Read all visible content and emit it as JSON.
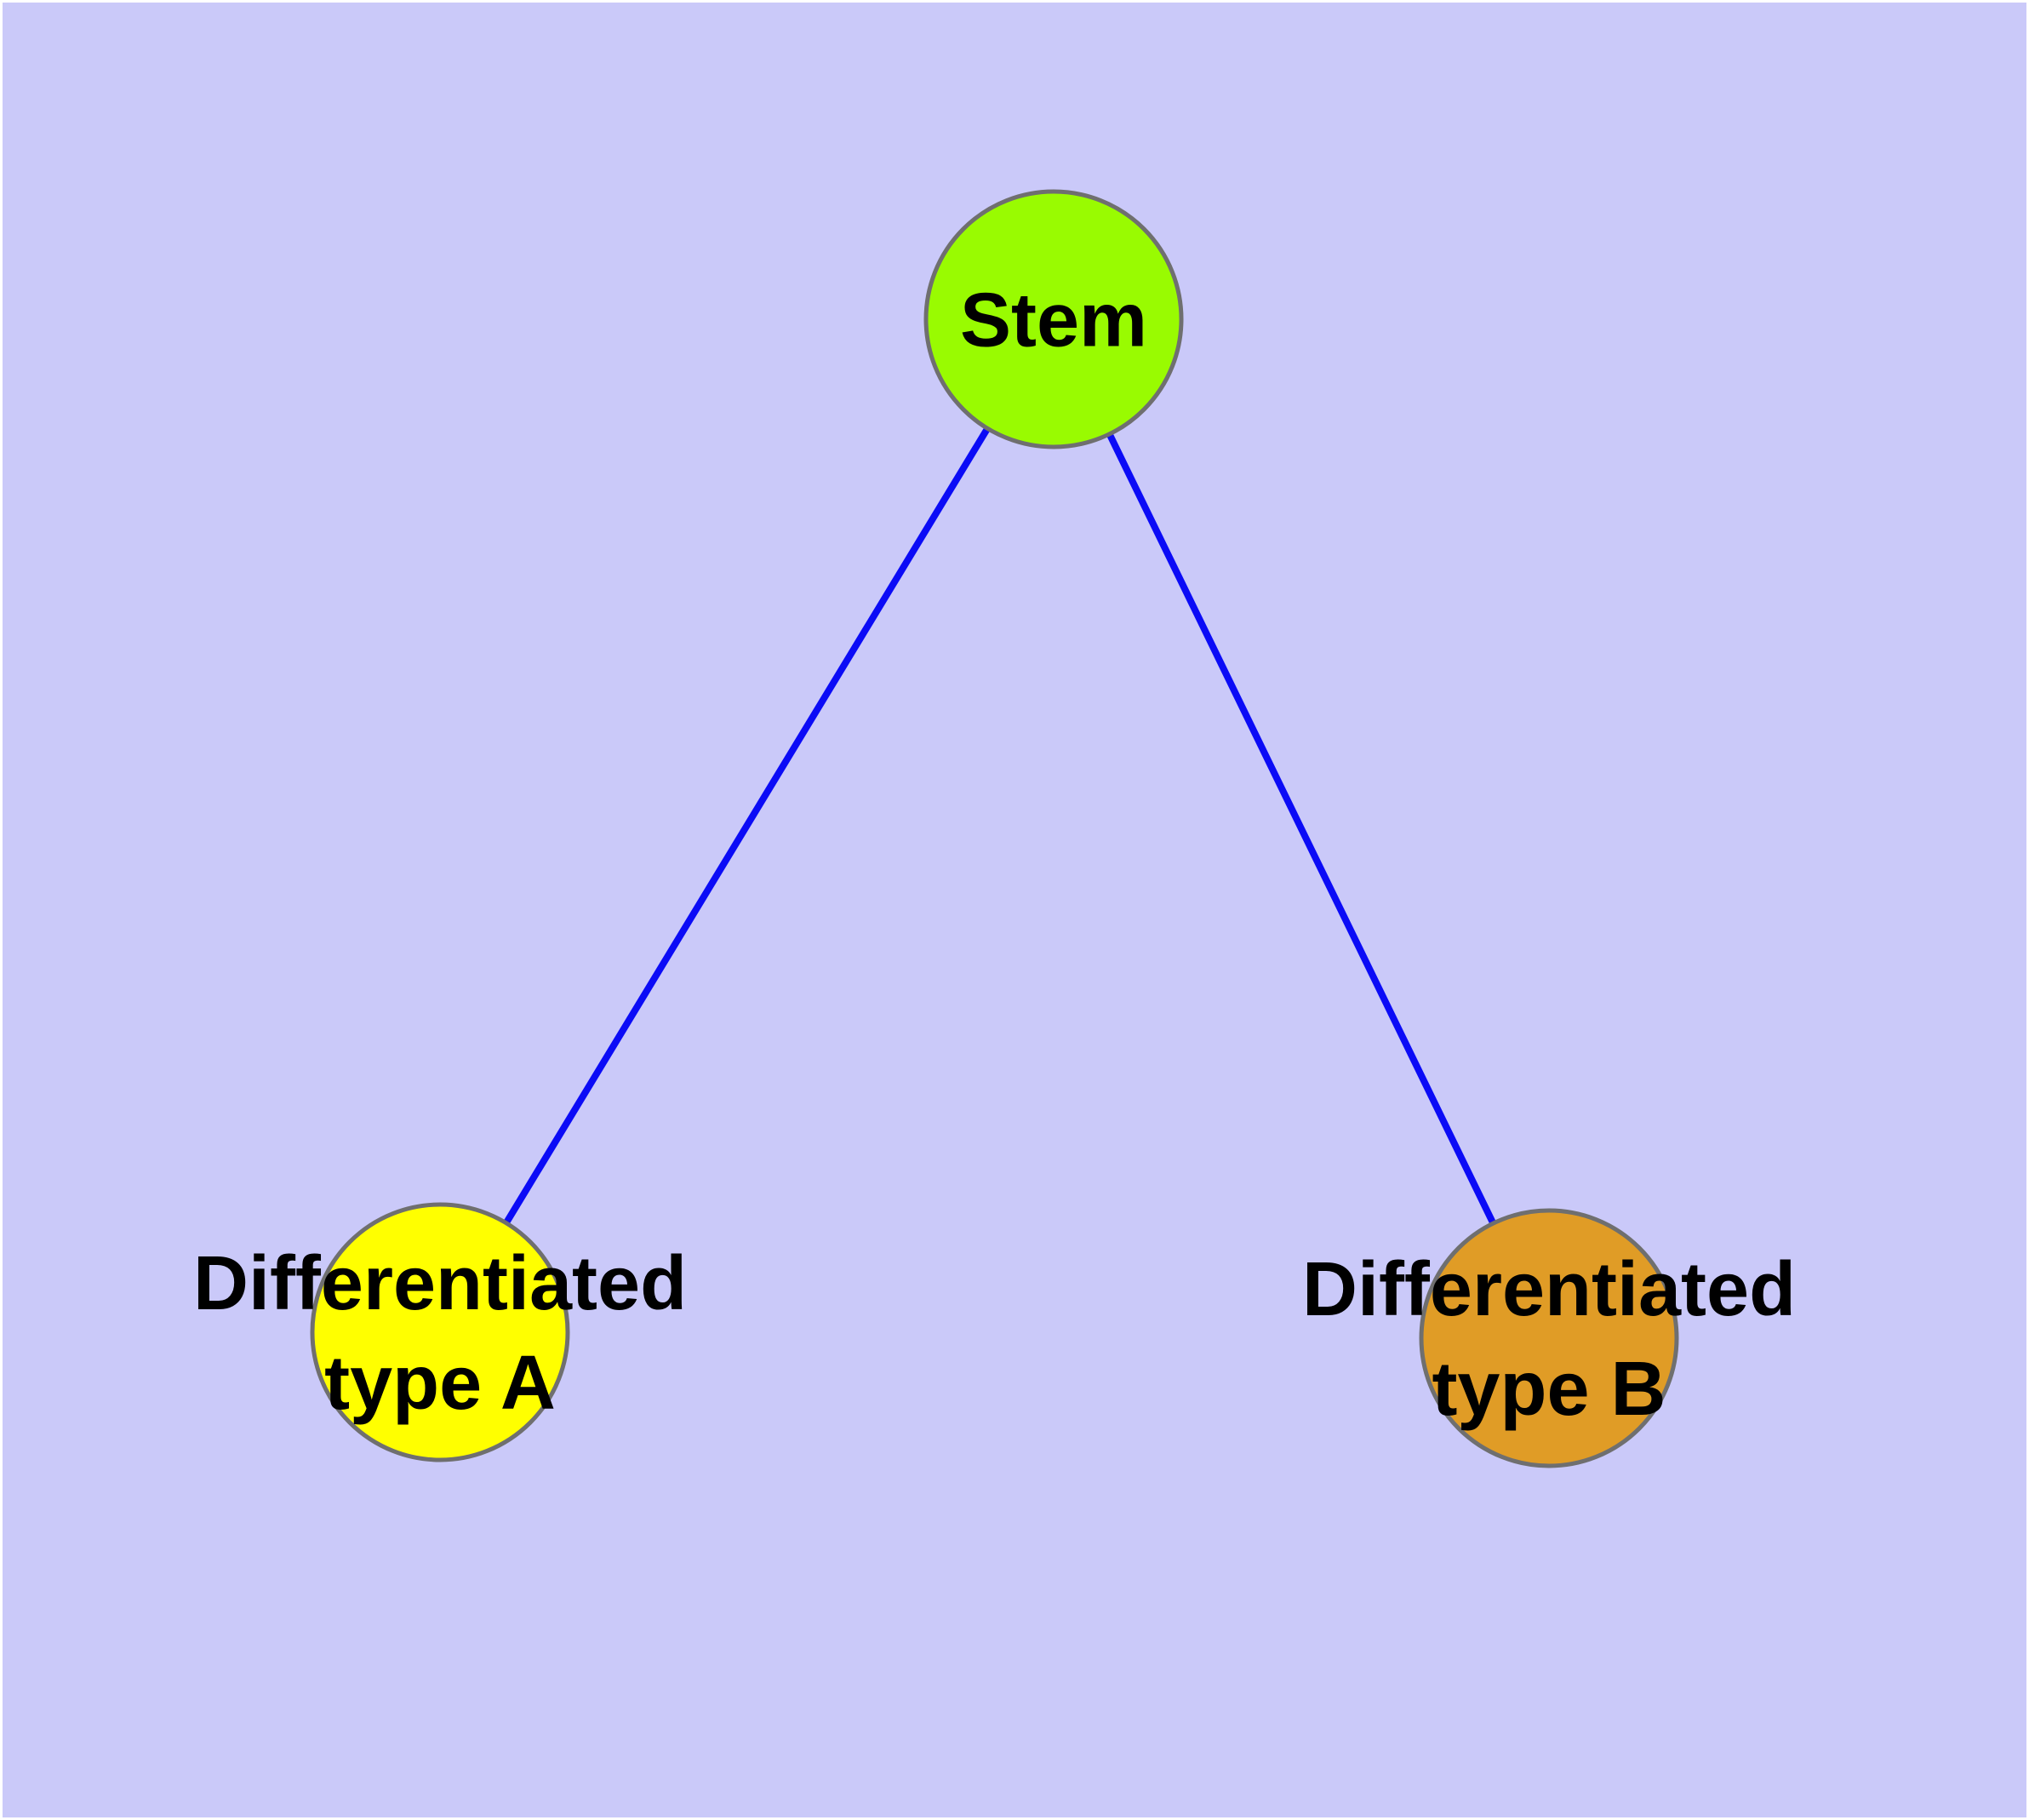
{
  "figure": {
    "background_color": "#CAC9F9",
    "frame_color": "#FFFFFF",
    "edge_color": "#0B0BF6",
    "node_border_color": "#6F6F6F",
    "label_color": "#000000"
  },
  "nodes": {
    "stem": {
      "label_line1": "Stem",
      "fill": "#99FB01"
    },
    "type_a": {
      "label_line1": "Differentiated",
      "label_line2": "type A",
      "fill": "#FFFF00"
    },
    "type_b": {
      "label_line1": "Differentiated",
      "label_line2": "type B",
      "fill": "#E09C26"
    }
  },
  "edges": [
    {
      "from": "Stem",
      "to": "Differentiated type A"
    },
    {
      "from": "Stem",
      "to": "Differentiated type B"
    }
  ]
}
